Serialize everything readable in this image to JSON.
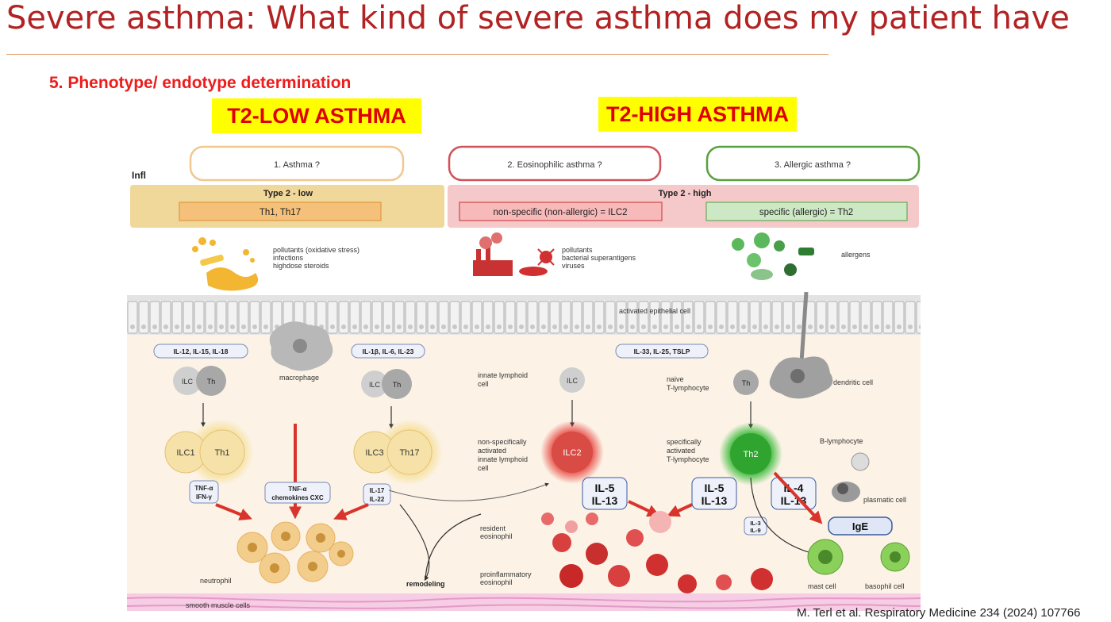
{
  "slide": {
    "title": "Severe asthma: What kind of severe asthma does my patient have",
    "subheading": "5. Phenotype/ endotype determination",
    "banner_low": "T2-LOW ASTHMA",
    "banner_high": "T2-HIGH ASTHMA",
    "citation": "M. Terl et al. Respiratory Medicine 234 (2024) 107766"
  },
  "diagram": {
    "infl_label": "Infl",
    "questions": [
      "1. Asthma ?",
      "2. Eosinophilic asthma ?",
      "3. Allergic asthma ?"
    ],
    "type2_low": "Type 2 - low",
    "type2_high": "Type 2 - high",
    "th_low": "Th1, Th17",
    "nonspecific": "non-specific (non-allergic) = ILC2",
    "specific": "specific (allergic) = Th2",
    "triggers_low": [
      "pollutants (oxidative stress)",
      "infections",
      "highdose steroids"
    ],
    "triggers_mid": [
      "pollutants",
      "bacterial superantigens",
      "viruses"
    ],
    "triggers_high": "allergens",
    "epithelial": "activated epithelial cell",
    "cyto_il12": "IL-12, IL-15, IL-18",
    "cyto_il1": "IL-1β, IL-6, IL-23",
    "cyto_il33": "IL-33, IL-25, TSLP",
    "macrophage": "macrophage",
    "ilc": "ILC",
    "th": "Th",
    "ilc1": "ILC1",
    "th1": "Th1",
    "ilc3": "ILC3",
    "th17": "Th17",
    "ilc2": "ILC2",
    "th2": "Th2",
    "innate": [
      "innate lymphoid",
      "cell"
    ],
    "naive": [
      "naive",
      "T-lymphocyte"
    ],
    "dendritic": "dendritic cell",
    "nonspec_activated": [
      "non-specifically",
      "activated",
      "innate lymphoid",
      "cell"
    ],
    "spec_activated": [
      "specifically",
      "activated",
      "T-lymphocyte"
    ],
    "b_lymph": "B-lymphocyte",
    "plasmatic": "plasmatic cell",
    "ige": "IgE",
    "tnf_ifn": [
      "TNF-α",
      "IFN-γ"
    ],
    "tnf_cxc": [
      "TNF-α",
      "chemokines CXC"
    ],
    "il17_22": [
      "IL-17",
      "IL-22"
    ],
    "il5_13": [
      "IL-5",
      "IL-13"
    ],
    "il4_13": [
      "IL-4",
      "IL-13"
    ],
    "il3_9": [
      "IL-3",
      "IL-9"
    ],
    "resident": [
      "resident",
      "eosinophil"
    ],
    "proinflam": [
      "proinflammatory",
      "eosinophil"
    ],
    "neutrophil": "neutrophil",
    "remodeling": "remodeling",
    "mast": "mast cell",
    "basophil": "basophil cell",
    "smooth": "smooth muscle cells"
  }
}
